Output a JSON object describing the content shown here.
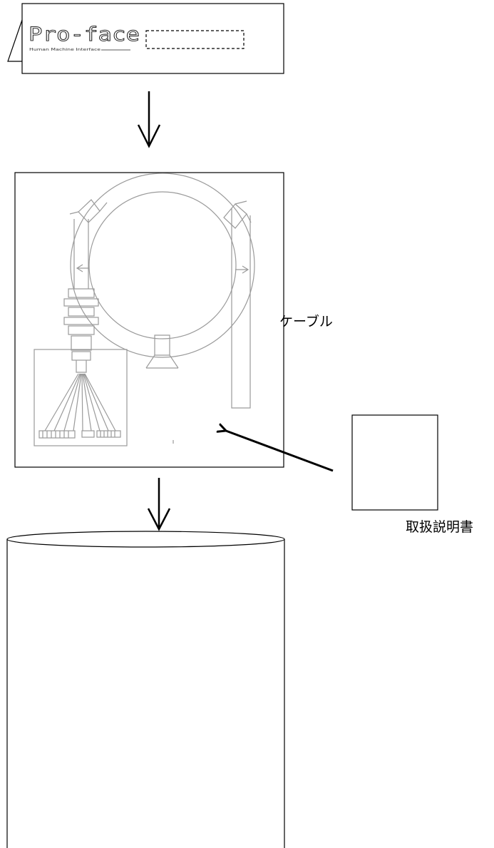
{
  "packaging_flow": {
    "top_card": {
      "brand": "Pro-face",
      "tagline": "Human Machine Interface"
    },
    "cable": {
      "label": "ケーブル"
    },
    "manual": {
      "label": "取扱説明書"
    },
    "colors": {
      "line": "#000000",
      "drawing": "#9a9a9a",
      "background": "#ffffff"
    }
  }
}
